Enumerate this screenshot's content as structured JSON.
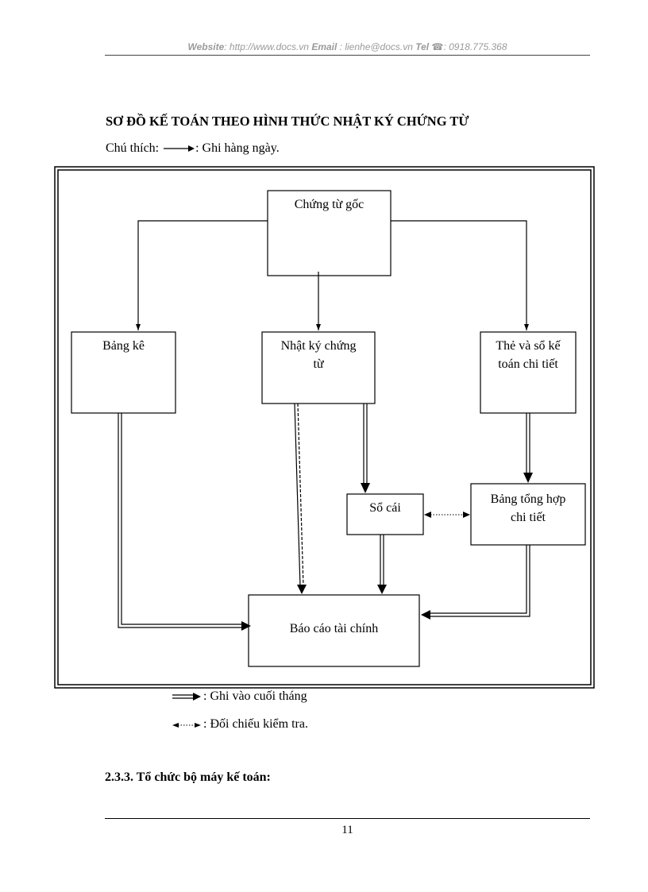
{
  "header": {
    "website_label": "Website",
    "website_url": ": http://www.docs.vn",
    "email_label": "Email",
    "email_value": ": lienhe@docs.vn",
    "tel_label": "Tel",
    "tel_value": ": 0918.775.368",
    "phone_icon": "phone-icon"
  },
  "title": "SƠ ĐỒ KẾ TOÁN THEO HÌNH THỨC NHẬT KÝ CHỨNG TỪ",
  "legend": {
    "note_label": "Chú thích:",
    "daily": ": Ghi hàng ngày.",
    "month_end": ": Ghi vào cuối tháng",
    "reconcile": ": Đối chiếu kiểm tra."
  },
  "diagram": {
    "chung_tu_goc": "Chứng từ gốc",
    "bang_ke": "Bảng kê",
    "nhat_ky_line1": "Nhật ký chứng",
    "nhat_ky_line2": "từ",
    "the_so_line1": "Thẻ và sổ kế",
    "the_so_line2": "toán chi tiết",
    "so_cai": "Sổ cái",
    "bang_tong_hop_line1": "Bảng tổng hợp",
    "bang_tong_hop_line2": "chi tiết",
    "bao_cao": "Báo cáo tài chính"
  },
  "section_heading": "2.3.3. Tổ chức bộ máy kế toán:",
  "page_number": "11"
}
